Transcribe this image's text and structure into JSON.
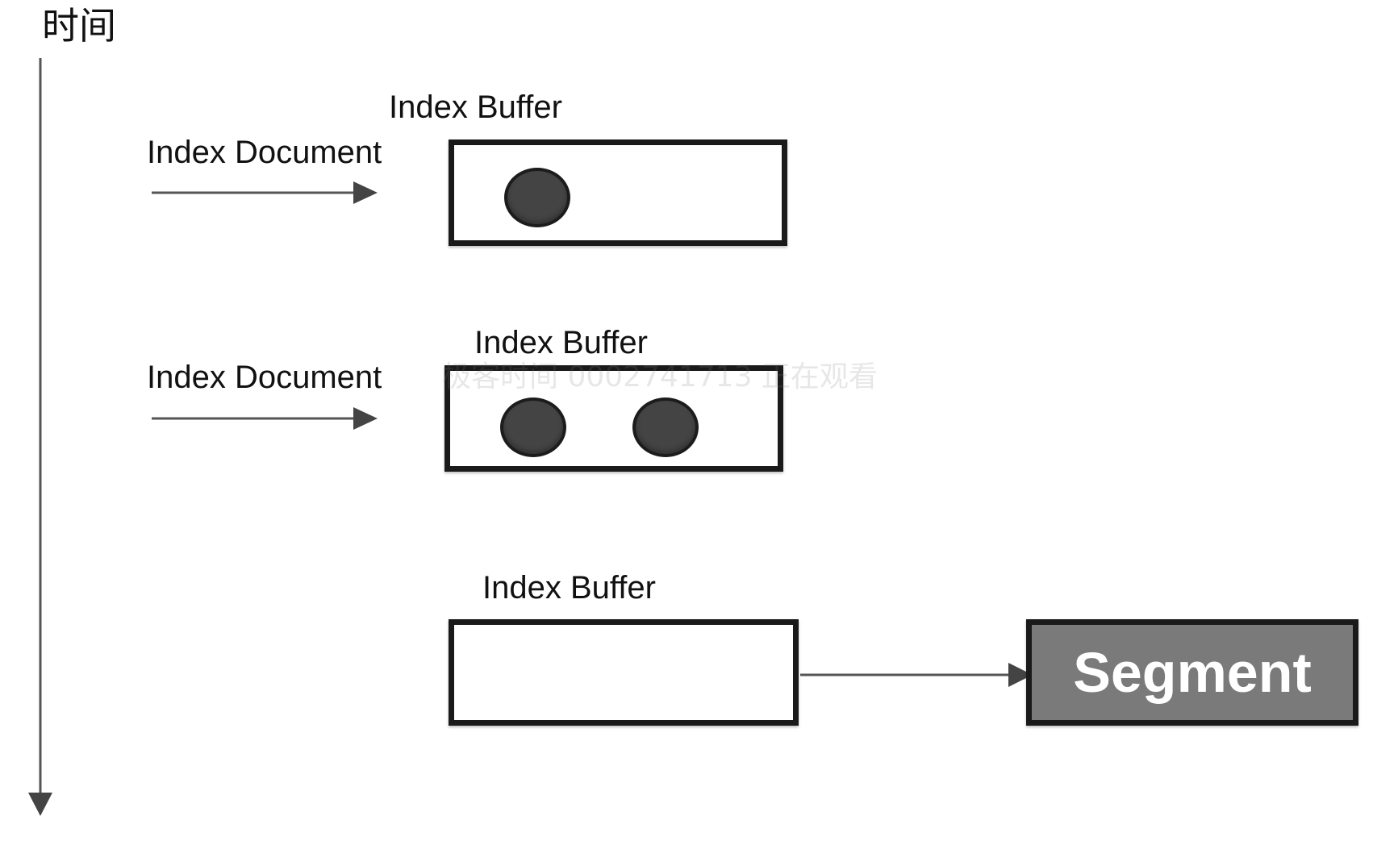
{
  "axis": {
    "label": "时间"
  },
  "steps": [
    {
      "input_label": "Index Document",
      "buffer_label": "Index Buffer",
      "documents_in_buffer": 1
    },
    {
      "input_label": "Index Document",
      "buffer_label": "Index Buffer",
      "documents_in_buffer": 2
    },
    {
      "buffer_label": "Index Buffer",
      "documents_in_buffer": 0,
      "output_label": "Segment"
    }
  ],
  "watermark": "极客时间 0002741713 正在观看",
  "colors": {
    "line": "#555555",
    "box_border": "#1a1a1a",
    "document_fill": "#444444",
    "segment_fill": "#7a7a7a",
    "segment_text": "#ffffff"
  }
}
